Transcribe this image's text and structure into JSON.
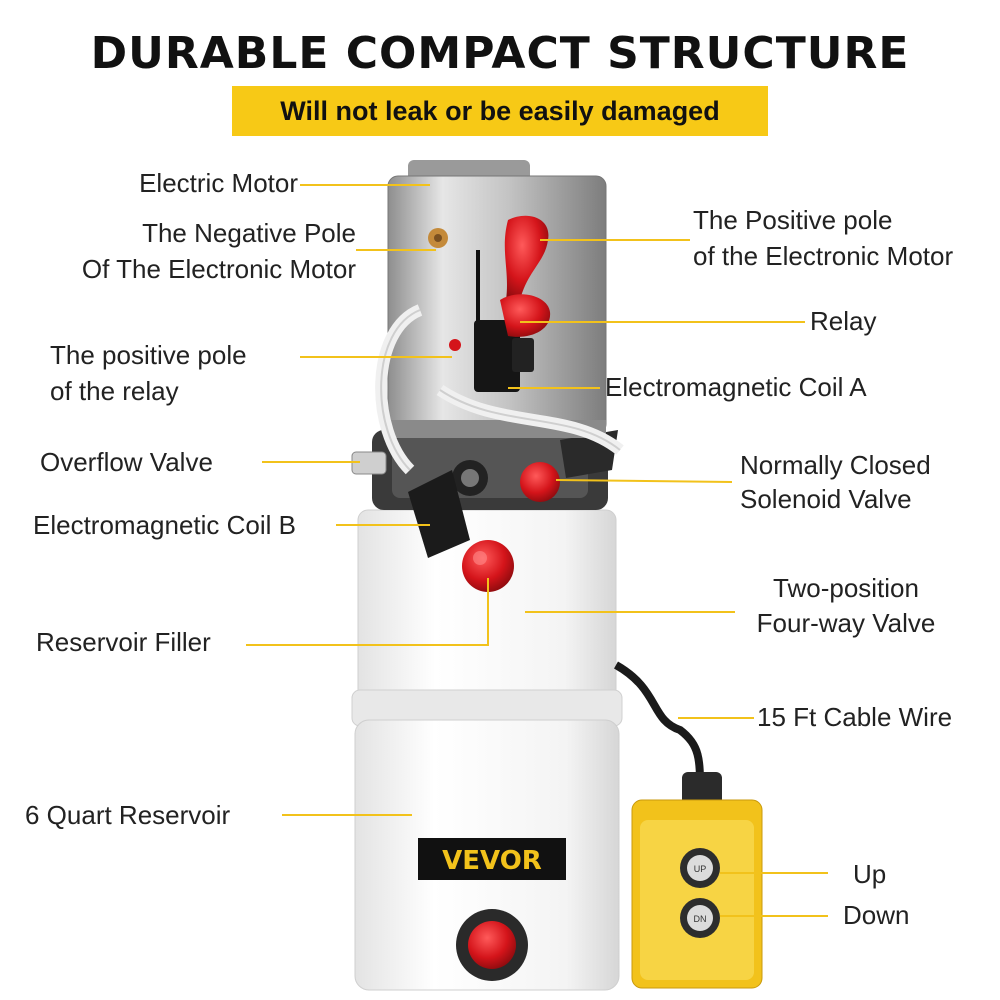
{
  "header": {
    "title": "DURABLE COMPACT STRUCTURE",
    "subtitle": "Will not leak or be easily damaged"
  },
  "brand": {
    "logo_text": "VEVOR"
  },
  "colors": {
    "accent_yellow": "#f7c916",
    "leader_line": "#f2c21b",
    "cap_red": "#d4141a"
  },
  "labels": {
    "electric_motor": "Electric Motor",
    "negative_pole_1": "The Negative Pole",
    "negative_pole_2": "Of The Electronic Motor",
    "positive_pole_motor_1": "The Positive pole",
    "positive_pole_motor_2": "of the Electronic Motor",
    "relay": "Relay",
    "positive_pole_relay_1": "The positive pole",
    "positive_pole_relay_2": "of the relay",
    "coil_a": "Electromagnetic Coil A",
    "overflow_valve": "Overflow Valve",
    "solenoid_1": "Normally Closed",
    "solenoid_2": "Solenoid Valve",
    "coil_b": "Electromagnetic Coil B",
    "four_way_1": "Two-position",
    "four_way_2": "Four-way Valve",
    "reservoir_filler": "Reservoir Filler",
    "cable_wire": "15 Ft Cable Wire",
    "reservoir": "6 Quart Reservoir",
    "up": "Up",
    "down": "Down",
    "btn_up": "UP",
    "btn_down": "DN"
  }
}
